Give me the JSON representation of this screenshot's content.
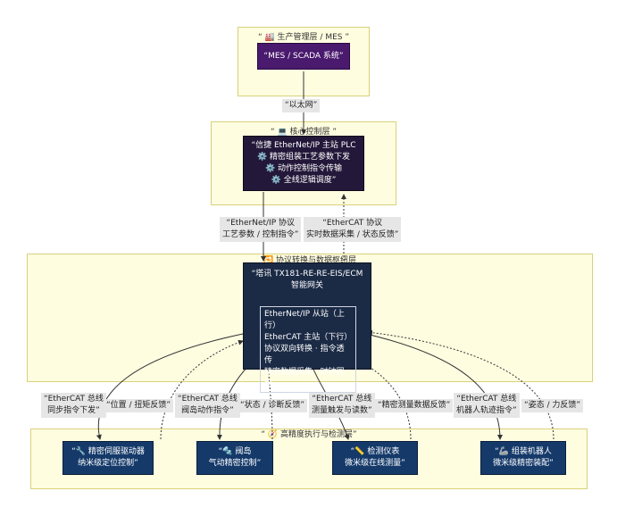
{
  "layers": {
    "mes": {
      "title": "“ 🏭 生产管理层 / MES ”"
    },
    "core": {
      "title": "“ 💻 核心控制层 ”"
    },
    "gateway": {
      "title": "🔁 协议转换与数据枢纽层"
    },
    "exec": {
      "title": "“ 🧭 高精度执行与检测层”"
    }
  },
  "nodes": {
    "mes": {
      "label": "“MES / SCADA 系统”"
    },
    "plc": {
      "line1": "“信捷 EtherNet/IP 主站 PLC",
      "line2": "⚙️ 精密组装工艺参数下发",
      "line3": "⚙️ 动作控制指令传输",
      "line4": "⚙️ 全线逻辑调度”"
    },
    "gateway": {
      "line1": "“塔讯 TX181-RE-RE-EIS/ECM",
      "line2": "智能网关",
      "box": [
        "EtherNet/IP 从站（上行）",
        "EtherCAT 主站（下行）",
        "协议双向转换 · 指令透传",
        "精密数据采集 · 时钟同步"
      ]
    },
    "servo": {
      "line1": "“🔧 精密伺服驱动器",
      "line2": "纳米级定位控制”"
    },
    "valve": {
      "line1": "“🔩 阀岛",
      "line2": "气动精密控制”"
    },
    "meter": {
      "line1": "“📏 检测仪表",
      "line2": "微米级在线测量”"
    },
    "robot": {
      "line1": "“🦾 组装机器人",
      "line2": "微米级精密装配”"
    }
  },
  "edge_labels": {
    "ethernet": "“以太网”",
    "enip": [
      "“EtherNet/IP 协议",
      "工艺参数 / 控制指令”"
    ],
    "ecat_up": [
      "“EtherCAT 协议",
      "实时数据采集 / 状态反馈”"
    ],
    "servo_down": [
      "“EtherCAT 总线",
      "同步指令下发”"
    ],
    "servo_up": "“位置 / 扭矩反馈”",
    "valve_down": [
      "“EtherCAT 总线",
      "阀岛动作指令”"
    ],
    "valve_up": "“状态 / 诊断反馈”",
    "meter_down": [
      "“EtherCAT 总线",
      "测量触发与读数”"
    ],
    "meter_up": "“精密测量数据反馈”",
    "robot_down": [
      "“EtherCAT 总线",
      "机器人轨迹指令”"
    ],
    "robot_up": "“姿态 / 力反馈”"
  },
  "colors": {
    "layer_bg": "#fffde0",
    "mes_node": "#4a1a6e",
    "plc_node": "#24183a",
    "gateway_node": "#1b2a45",
    "exec_node": "#153a6a"
  }
}
